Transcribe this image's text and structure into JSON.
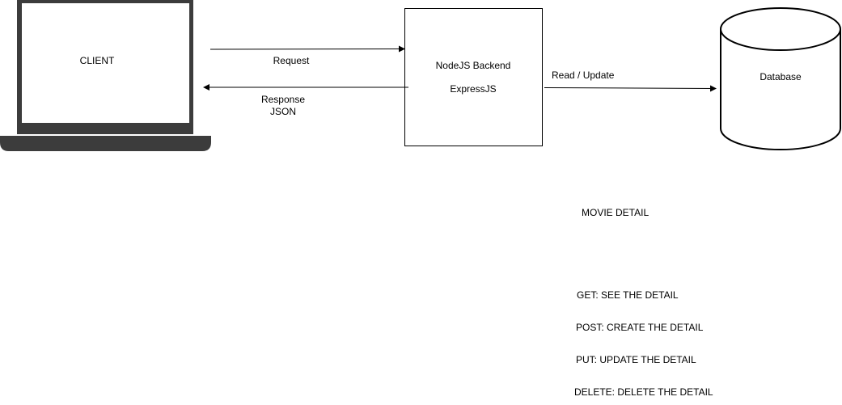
{
  "client": {
    "label": "CLIENT"
  },
  "request": {
    "label": "Request"
  },
  "response": {
    "line1": "Response",
    "line2": "JSON"
  },
  "backend": {
    "line1": "NodeJS Backend",
    "line2": "ExpressJS"
  },
  "db_link": {
    "label": "Read / Update"
  },
  "database": {
    "label": "Database"
  },
  "notes": {
    "title": "MOVIE DETAIL",
    "items": [
      "GET: SEE THE DETAIL",
      "POST: CREATE THE DETAIL",
      "PUT: UPDATE THE DETAIL",
      "DELETE: DELETE THE DETAIL"
    ]
  },
  "colors": {
    "stroke": "#000000",
    "laptop_dark": "#3c3c3c",
    "background": "#ffffff"
  }
}
